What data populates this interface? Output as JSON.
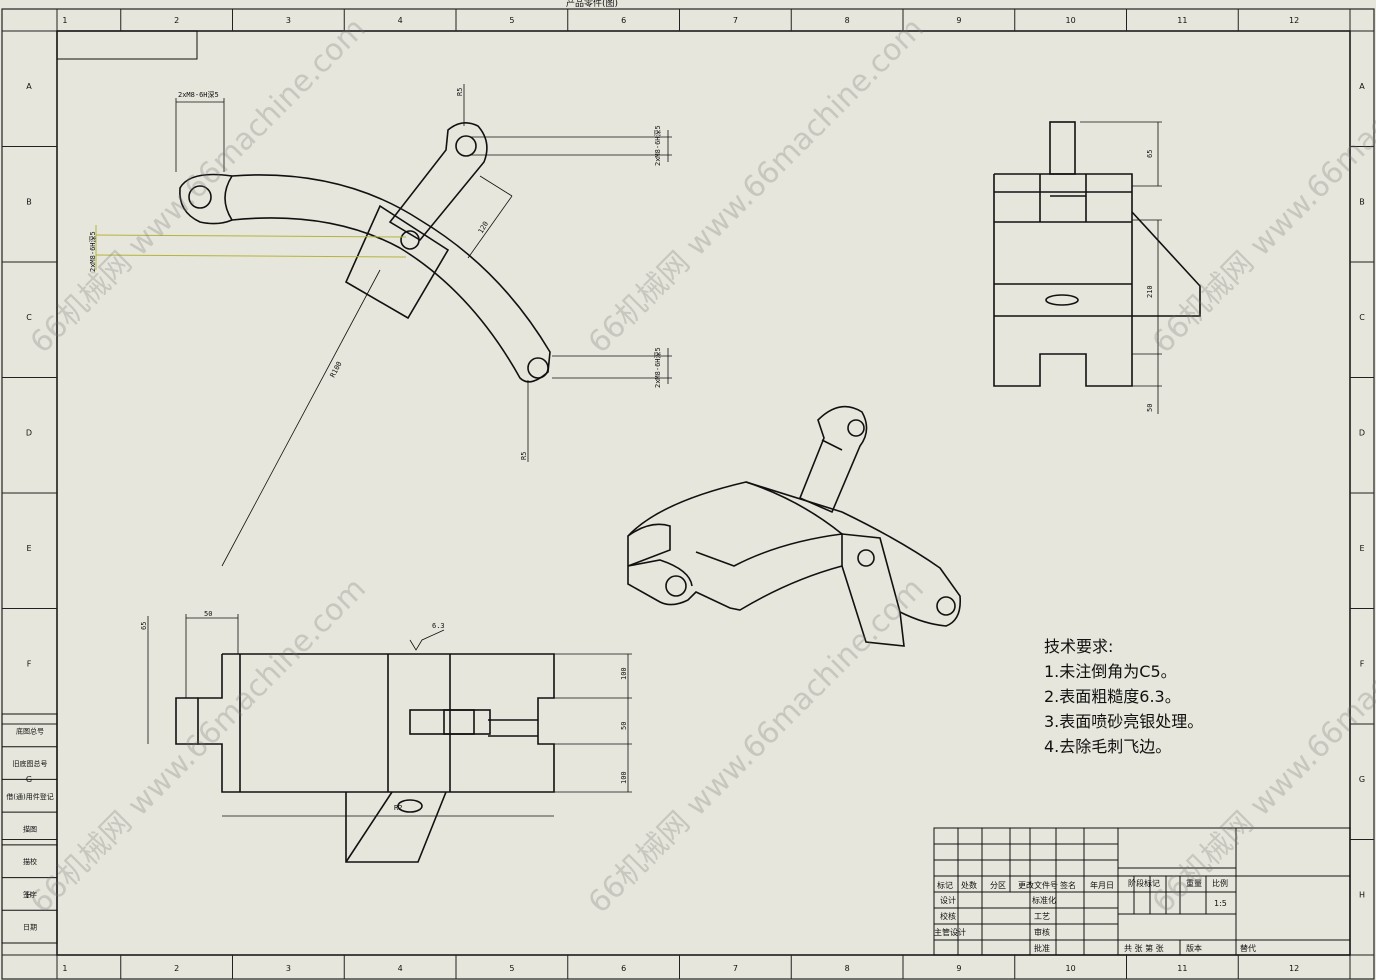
{
  "top_title_fragment": "产品零件(图)",
  "zones": {
    "columns": [
      "1",
      "2",
      "3",
      "4",
      "5",
      "6",
      "7",
      "8",
      "9",
      "10",
      "11",
      "12"
    ],
    "rows": [
      "A",
      "B",
      "C",
      "D",
      "E",
      "F",
      "G",
      "H"
    ]
  },
  "watermark": "66机械网 www.66machine.com",
  "dimensions": {
    "top_view": {
      "d1": "2xM8-6H深5",
      "d2": "R5",
      "d3": "2xM8-6H深5",
      "d4": "2xM8-6H深5",
      "d5": "R5",
      "d6": "2xM8-6H深5",
      "d7": "120",
      "d8": "R100"
    },
    "right_view": {
      "d1": "65",
      "d2": "210",
      "d3": "50"
    },
    "front_view": {
      "d1": "50",
      "d2": "65",
      "d3": "100",
      "d4": "50",
      "d5": "100",
      "d6": "R2",
      "roughness": "6.3"
    }
  },
  "notes": {
    "title": "技术要求:",
    "items": [
      "1.未注倒角为C5。",
      "2.表面粗糙度6.3。",
      "3.表面喷砂亮银处理。",
      "4.去除毛刺飞边。"
    ]
  },
  "left_table": {
    "rows": [
      "底图总号",
      "旧底图总号",
      "借(通)用件登记",
      "描图",
      "描校",
      "签字",
      "日期"
    ]
  },
  "title_block": {
    "header": [
      "标记",
      "处数",
      "分区",
      "更改文件号",
      "签名",
      "年月日"
    ],
    "roles_left": [
      "设计",
      "校核",
      "主管设计"
    ],
    "roles_mid": [
      "标准化",
      "工艺",
      "审核",
      "批准"
    ],
    "stage_header": [
      "阶段标记",
      "重量",
      "比例"
    ],
    "scale": "1:5",
    "bottom": [
      "共 张 第 张",
      "版本",
      "替代"
    ]
  }
}
